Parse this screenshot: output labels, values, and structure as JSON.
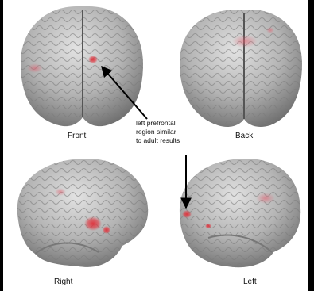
{
  "views": {
    "front": "Front",
    "back": "Back",
    "right": "Right",
    "left": "Left"
  },
  "annotation": {
    "line1": "left prefrontal",
    "line2": "region similar",
    "line3": "to adult results"
  },
  "colors": {
    "background": "#000000",
    "panel": "#ffffff",
    "brain": "#b9b9b9",
    "activation": "#e0303a"
  }
}
